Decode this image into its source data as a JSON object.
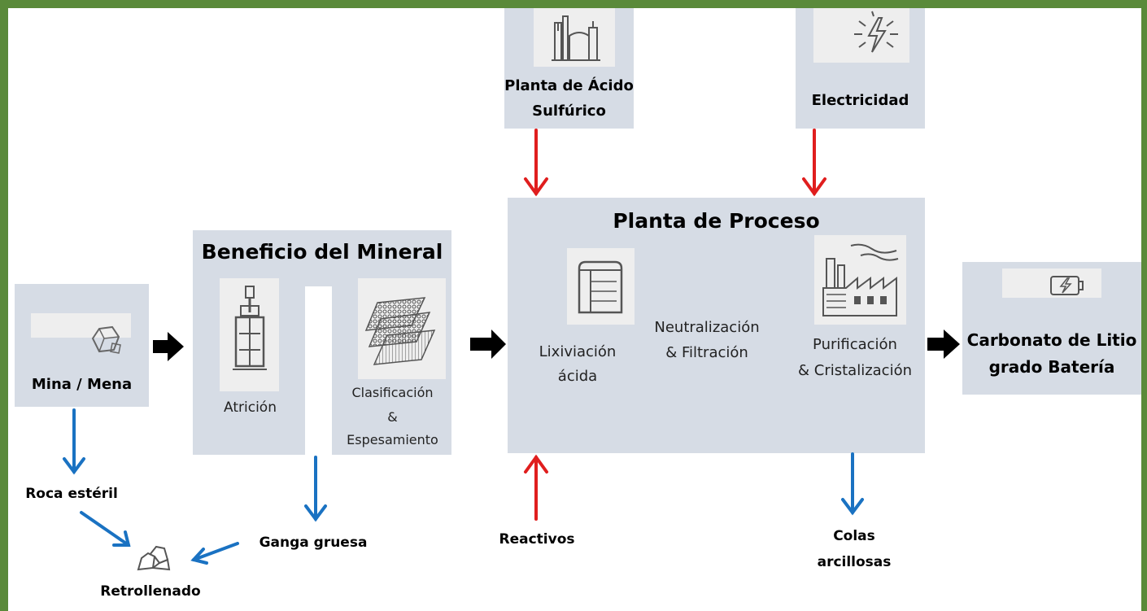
{
  "nodes": {
    "mina": "Mina / Mena",
    "beneficio": "Beneficio del Mineral",
    "atricion": "Atrición",
    "clasificacion_1": "Clasificación",
    "clasificacion_2": "&",
    "clasificacion_3": "Espesamiento",
    "acido_1": "Planta de Ácido",
    "acido_2": "Sulfúrico",
    "electricidad": "Electricidad",
    "proceso": "Planta de Proceso",
    "lixiviacion_1": "Lixiviación",
    "lixiviacion_2": "ácida",
    "neutralizacion_1": "Neutralización",
    "neutralizacion_2": "& Filtración",
    "purificacion_1": "Purificación",
    "purificacion_2": "& Cristalización",
    "carbonato_1": "Carbonato de Litio",
    "carbonato_2": "grado Batería",
    "roca": "Roca estéril",
    "retrollenado": "Retrollenado",
    "ganga": "Ganga gruesa",
    "reactivos": "Reactivos",
    "colas_1": "Colas",
    "colas_2": "arcillosas"
  },
  "colors": {
    "frame": "#5a8a3a",
    "box": "#d6dce5",
    "arrow_flow": "#000000",
    "arrow_input": "#e01e1e",
    "arrow_output": "#1a72c2"
  },
  "icons": [
    "rock-icon",
    "attrition-tank-icon",
    "screen-layers-icon",
    "acid-plant-icon",
    "electricity-icon",
    "leach-tank-icon",
    "factory-icon",
    "battery-icon",
    "backfill-rocks-icon"
  ]
}
